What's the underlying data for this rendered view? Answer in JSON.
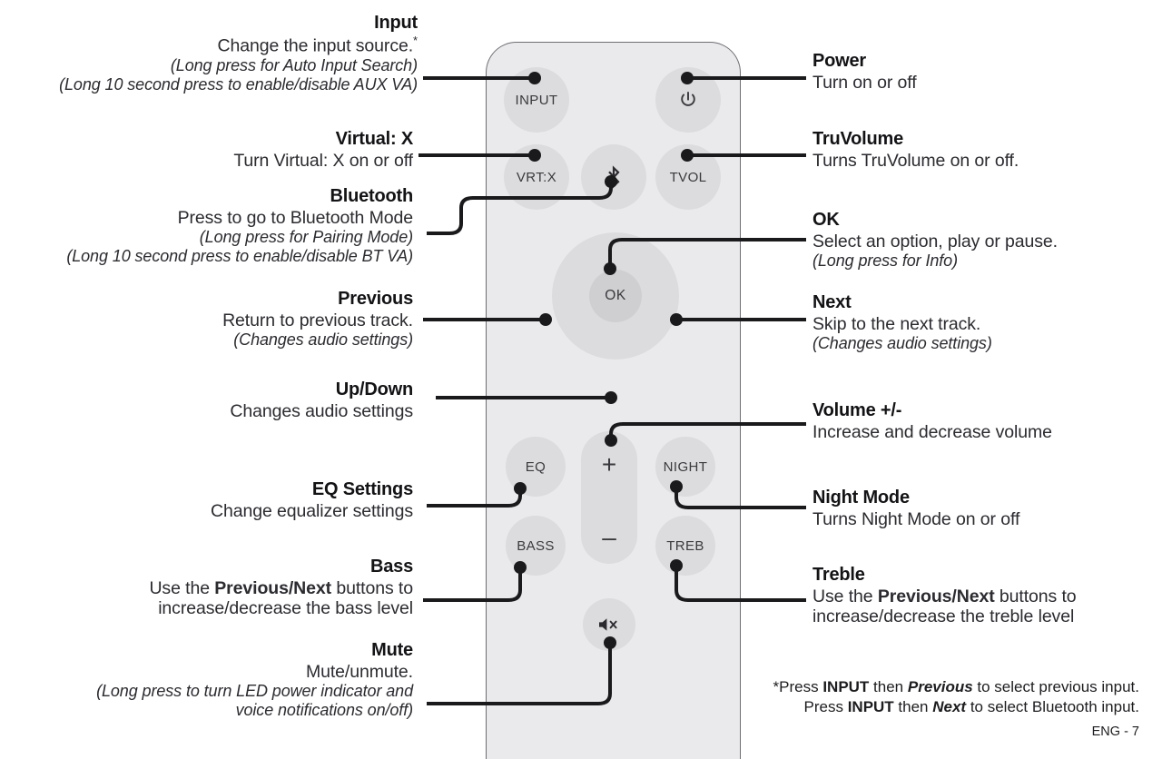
{
  "document": {
    "page_label": "ENG - 7",
    "footnote_line1_prefix": "*Press ",
    "footnote_line1_bold1": "INPUT",
    "footnote_line1_mid": " then ",
    "footnote_line1_italic": "Previous",
    "footnote_line1_suffix": " to select previous input.",
    "footnote_line2_prefix": "Press ",
    "footnote_line2_bold1": "INPUT",
    "footnote_line2_mid": " then ",
    "footnote_line2_italic": "Next",
    "footnote_line2_suffix": " to select Bluetooth input."
  },
  "callouts": {
    "input": {
      "title": "Input",
      "desc": "Change the input source.",
      "desc_superscript": "*",
      "note1": "(Long press for Auto Input Search)",
      "note2": "(Long 10 second press to enable/disable AUX VA)"
    },
    "virtualx": {
      "title": "Virtual: X",
      "desc": "Turn Virtual: X on or off"
    },
    "bluetooth": {
      "title": "Bluetooth",
      "desc": "Press to go to Bluetooth Mode",
      "note1": "(Long press for Pairing Mode)",
      "note2": "(Long 10 second press to enable/disable BT VA)"
    },
    "previous": {
      "title": "Previous",
      "desc": "Return to previous track.",
      "note1": "(Changes audio settings)"
    },
    "updown": {
      "title": "Up/Down",
      "desc": "Changes audio settings"
    },
    "eq": {
      "title": "EQ Settings",
      "desc": "Change equalizer settings"
    },
    "bass": {
      "title": "Bass",
      "desc_part1": "Use the ",
      "desc_bold": "Previous/Next",
      "desc_part2": " buttons to",
      "desc_line2": "increase/decrease the bass level"
    },
    "mute": {
      "title": "Mute",
      "desc": "Mute/unmute.",
      "note1": "(Long press to turn LED power indicator and",
      "note2": "voice notifications on/off)"
    },
    "power": {
      "title": "Power",
      "desc": "Turn on or off"
    },
    "truvolume": {
      "title": "TruVolume",
      "desc": "Turns TruVolume on or off."
    },
    "ok": {
      "title": "OK",
      "desc": "Select an option, play or pause.",
      "note1": "(Long press for Info)"
    },
    "next": {
      "title": "Next",
      "desc": "Skip to the next track.",
      "note1": "(Changes audio settings)"
    },
    "volume": {
      "title": "Volume +/-",
      "desc": "Increase and decrease volume"
    },
    "night": {
      "title": "Night Mode",
      "desc": "Turns Night Mode on or off"
    },
    "treble": {
      "title": "Treble",
      "desc_part1": "Use the ",
      "desc_bold": "Previous/Next",
      "desc_part2": " buttons to",
      "desc_line2": "increase/decrease the treble level"
    }
  },
  "remote": {
    "buttons": {
      "input": "INPUT",
      "power": "power-icon",
      "vrtx": "VRT:X",
      "bluetooth": "bluetooth-icon",
      "tvol": "TVOL",
      "ok": "OK",
      "eq": "EQ",
      "volume_up": "+",
      "volume_down": "–",
      "night": "NIGHT",
      "bass": "BASS",
      "treble": "TREB",
      "mute": "mute-icon"
    }
  },
  "colors": {
    "body_fill": "#eaeaec",
    "body_stroke": "#6e6e73",
    "button_fill": "#dcdcde",
    "dpad_inner_fill": "#cfcfd1",
    "ink": "#1a1a1c",
    "label_text": "#3a3a3e"
  }
}
